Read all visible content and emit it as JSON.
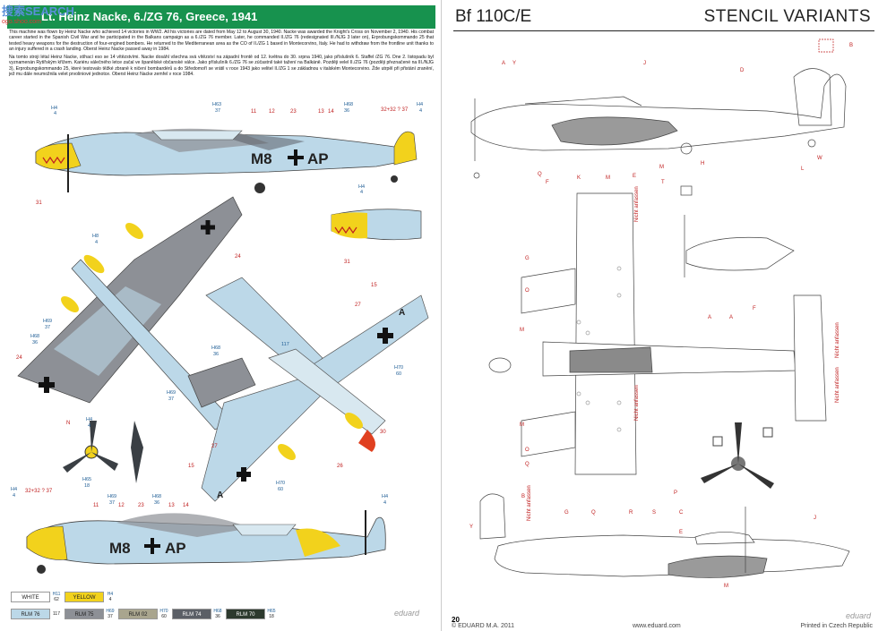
{
  "left": {
    "watermark": "搜索SEARCH",
    "watermark_sub": "ogo.shoo.com",
    "title": "Lt. Heinz Nacke, 6./ZG 76, Greece, 1941",
    "bio_en": "This machine was flown by Heinz Nacke who achieved 14 victories in WW2. All his victories are dated from May 12 to August 30, 1940. Nacke was awarded the Knight's Cross on November 2, 1940. His combat career started in the Spanish Civil War and he participated in the Balkans campaign as a 6./ZG 76 member. Later, he commanded II./ZG 76 (redesignated III./NJG 3 later on), Erprobungskommando 25 that tested heavy weapons for the destruction of four-engined bombers. He returned to the Mediterranean area as the CO of II./ZG 1 based in Montecorvino, Italy. He had to withdraw from the frontline unit thanks to an injury suffered in a crash landing. Oberst Heinz Nacke passed away in 1984.",
    "bio_cz": "Na tomto stroji létal Heinz Nacke, stíhací eso se 14 vítězstvími. Nacke dosáhl všechna svá vítězství na západní frontě od 12. května do 30. srpna 1940, jako příslušník 6. Staffel /ZG 76. Dne 2. listopadu byl vyznamenán Rytířským křížem. Kariéru válečného letce začal ve španělské občanské válce. Jako příslušník 6./ZG 76 se zúčastnil také tažení na Balkáně. Později velel II./ZG 76 (později přeznačené na III./NJG 3), Erprobungskommando 25, které testovalo těžké zbraně k ničení bombardérů a do Středomoří se vrátil v roce 1943 jako velitel II./ZG 1 se základnou v italském Montecorvino. Žde utrpěl při přistání zranění, jež mu dále neumožnila velet prvoliniové jednotce. Oberst Heinz Nacke zemřel v roce 1984.",
    "code_letters": "M8",
    "code_suffix": "AP",
    "swatches_row1": [
      {
        "name": "WHITE",
        "codes": [
          "H11",
          "62"
        ],
        "color": "#ffffff",
        "text": "#222"
      },
      {
        "name": "YELLOW",
        "codes": [
          "H4",
          "4"
        ],
        "color": "#f2d21c",
        "text": "#222"
      }
    ],
    "swatches_row2": [
      {
        "name": "RLM 76",
        "codes": [
          "",
          "117"
        ],
        "color": "#bcd8e8",
        "text": "#222"
      },
      {
        "name": "RLM 75",
        "codes": [
          "H69",
          "37"
        ],
        "color": "#8d9096",
        "text": "#222"
      },
      {
        "name": "RLM 02",
        "codes": [
          "H70",
          "60"
        ],
        "color": "#a9a58e",
        "text": "#222"
      },
      {
        "name": "RLM 74",
        "codes": [
          "H68",
          "36"
        ],
        "color": "#5b5f66",
        "text": "#fff"
      },
      {
        "name": "RLM 70",
        "codes": [
          "H65",
          "18"
        ],
        "color": "#2d3a2e",
        "text": "#fff"
      }
    ],
    "brand": "eduard"
  },
  "right": {
    "title_left": "Bf 110C/E",
    "title_right": "STENCIL VARIANTS",
    "page_number": "20",
    "copyright": "© EDUARD M.A. 2011",
    "site": "www.eduard.com",
    "printed": "Printed in Czech Republic",
    "brand": "eduard"
  },
  "colors": {
    "title_green": "#17924e",
    "callout_red": "#c02020",
    "code_blue": "#1d5c94",
    "yellow": "#f2d21c",
    "rlm76": "#bcd8e8",
    "rlm74": "#5b5f66",
    "rlm75": "#8d9096"
  }
}
